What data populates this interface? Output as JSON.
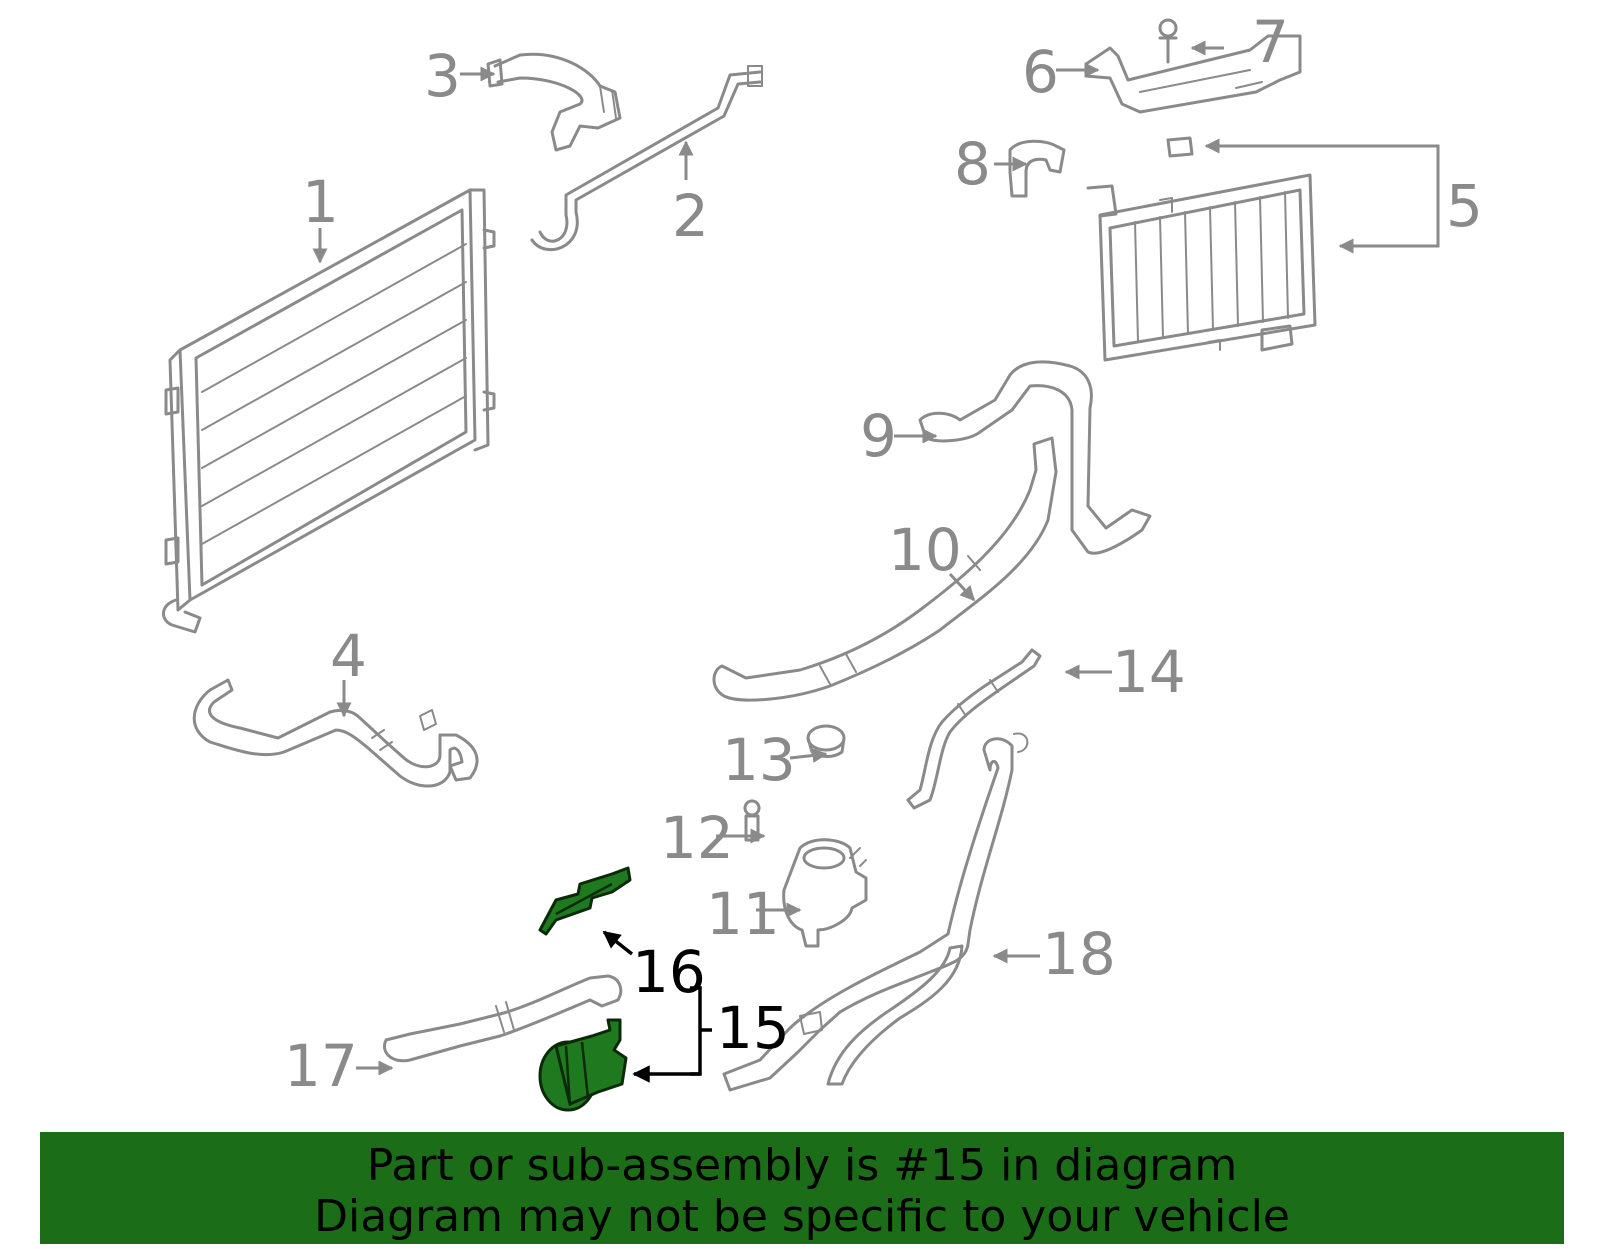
{
  "callouts": {
    "c1": "1",
    "c2": "2",
    "c3": "3",
    "c4": "4",
    "c5": "5",
    "c6": "6",
    "c7": "7",
    "c8": "8",
    "c9": "9",
    "c10": "10",
    "c11": "11",
    "c12": "12",
    "c13": "13",
    "c14": "14",
    "c15": "15",
    "c16": "16",
    "c17": "17",
    "c18": "18"
  },
  "highlighted_part": "15",
  "colors": {
    "part_outline": "#8a8a8a",
    "highlight_fill": "#1f7a1f",
    "banner": "#1b6e17",
    "label_dark": "#000000"
  },
  "notice": {
    "line1": "Part or sub-assembly is #15 in diagram",
    "line2": "Diagram may not be specific to your vehicle"
  }
}
